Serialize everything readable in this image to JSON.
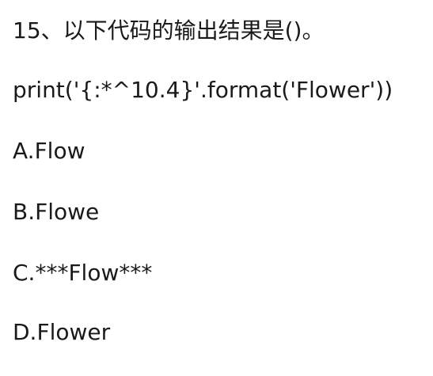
{
  "question": {
    "title": "15、以下代码的输出结果是()。",
    "code": "print('{:*^10.4}'.format('Flower'))",
    "options": [
      "A.Flow",
      "B.Flowe",
      "C.***Flow***",
      "D.Flower"
    ]
  }
}
